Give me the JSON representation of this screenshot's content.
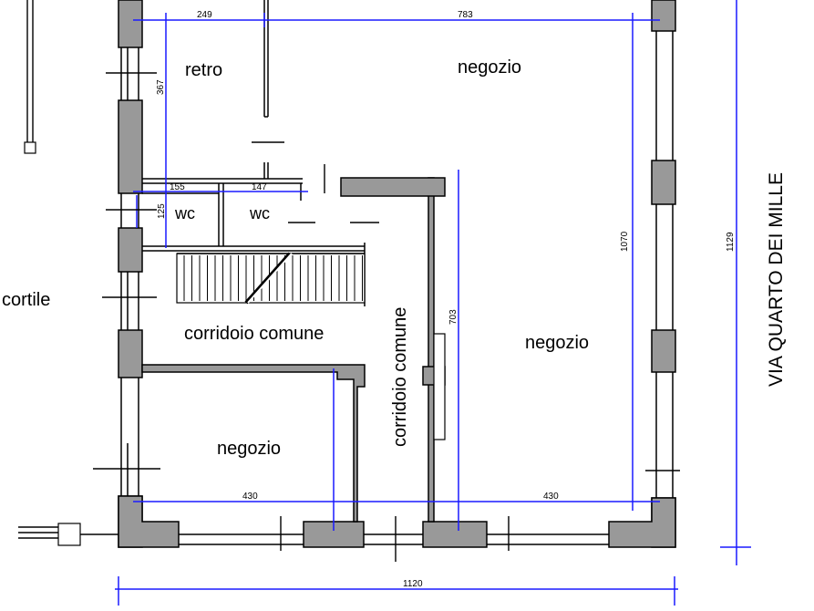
{
  "rooms": {
    "retro": "retro",
    "negozio_top": "negozio",
    "wc_left": "wc",
    "wc_right": "wc",
    "cortile": "cortile",
    "corridoio_h": "corridoio comune",
    "corridoio_v": "corridoio comune",
    "negozio_right": "negozio",
    "negozio_bottom": "negozio",
    "street": "VIA QUARTO DEI MILLE"
  },
  "dimensions": {
    "d249": "249",
    "d783": "783",
    "d367": "367",
    "d155": "155",
    "d147": "147",
    "d125": "125",
    "d1070": "1070",
    "d1129": "1129",
    "d703": "703",
    "d430a": "430",
    "d430b": "430",
    "d1120": "1120"
  }
}
